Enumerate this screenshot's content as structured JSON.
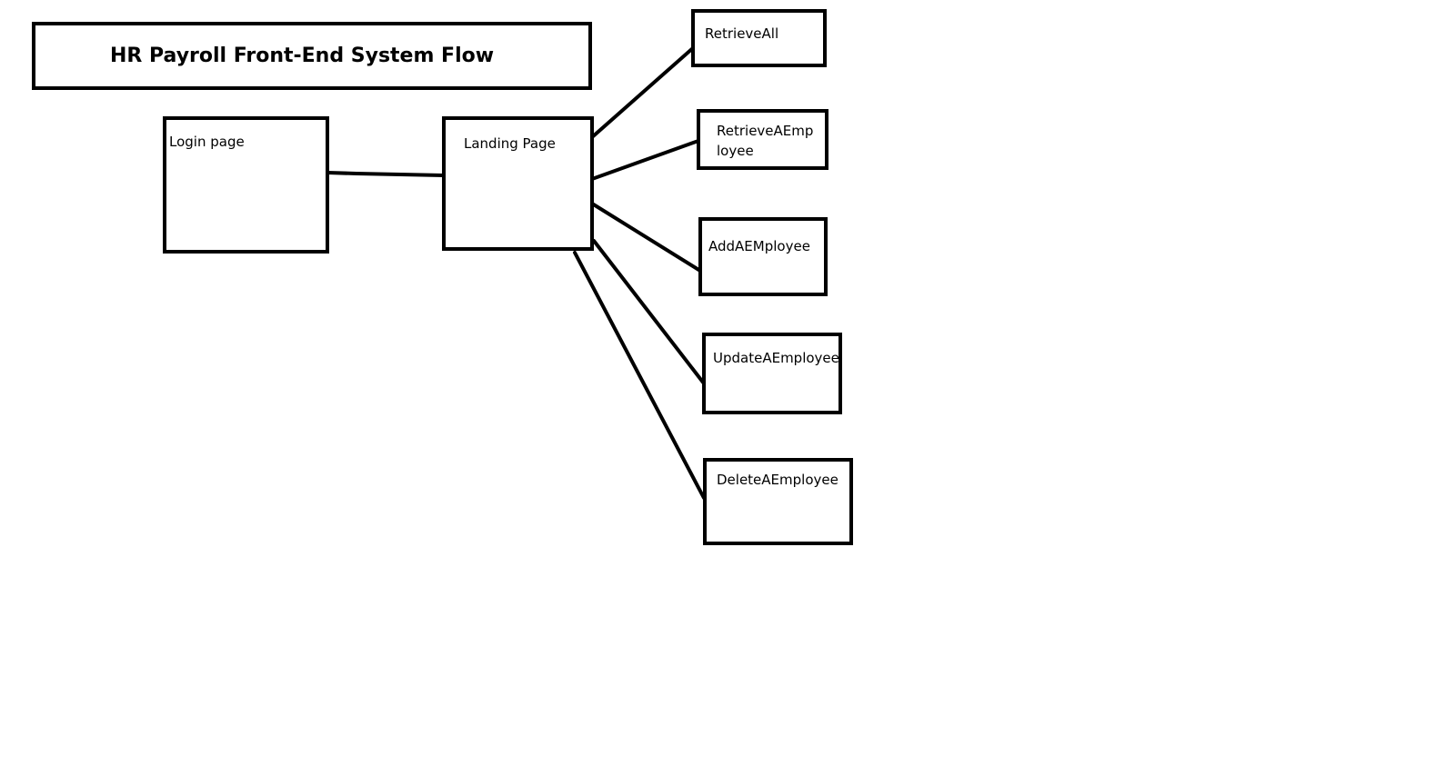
{
  "diagram": {
    "title": "HR Payroll Front-End System Flow",
    "nodes": {
      "login": "Login page",
      "landing": "Landing Page",
      "retrieve_all": "RetrieveAll",
      "retrieve_one": "RetrieveAEmp\nloyee",
      "add": "AddAEMployee",
      "update": "UpdateAEmployee",
      "delete": "DeleteAEmployee"
    },
    "edges": [
      {
        "from": "login",
        "to": "landing"
      },
      {
        "from": "landing",
        "to": "retrieve_all"
      },
      {
        "from": "landing",
        "to": "retrieve_one"
      },
      {
        "from": "landing",
        "to": "add"
      },
      {
        "from": "landing",
        "to": "update"
      },
      {
        "from": "landing",
        "to": "delete"
      }
    ],
    "colors": {
      "stroke": "#000000",
      "background": "#ffffff"
    }
  }
}
